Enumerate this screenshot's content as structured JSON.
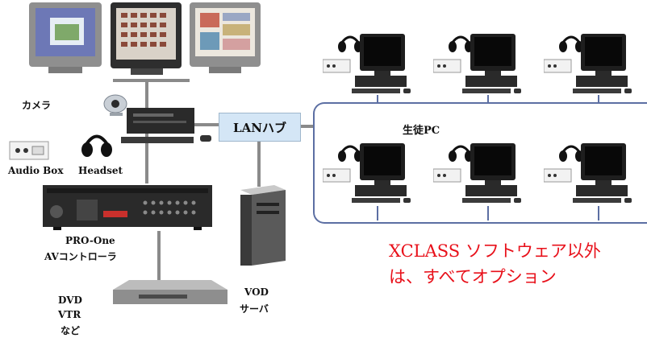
{
  "labels": {
    "camera": "カメラ",
    "audio_box": "Audio Box",
    "headset": "Headset",
    "lan_hub": "LANハブ",
    "student_pc": "生徒PC",
    "controller_line1": "PRO-One",
    "controller_line2": "AVコントローラ",
    "dvd": "DVD",
    "vtr": "VTR",
    "etc": "など",
    "vod_line1": "VOD",
    "vod_line2": "サーバ"
  },
  "note": "XCLASS ソフトウェア以外は、すべてオプション",
  "colors": {
    "note": "#e8101a",
    "hub_fill": "#d4e6f6",
    "lan_line": "#5c6fa3",
    "cable": "#8a8a8a"
  },
  "student_stations": [
    {
      "id": "pc-1"
    },
    {
      "id": "pc-2"
    },
    {
      "id": "pc-3"
    },
    {
      "id": "pc-4"
    },
    {
      "id": "pc-5"
    },
    {
      "id": "pc-6"
    }
  ]
}
